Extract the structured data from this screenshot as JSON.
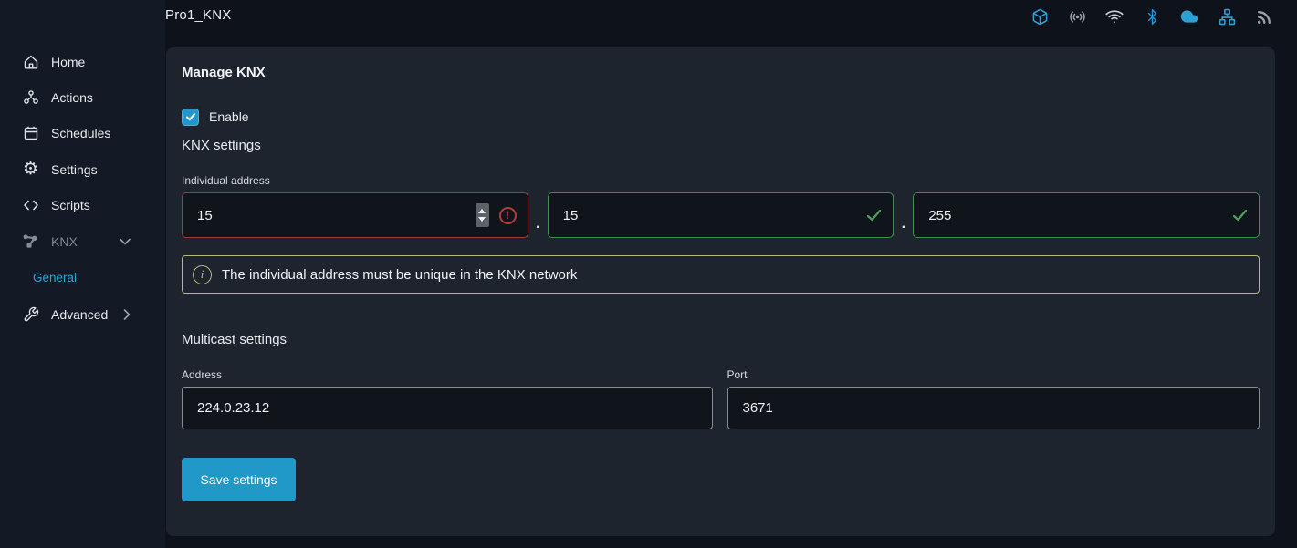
{
  "header": {
    "title": "Pro1_KNX",
    "status_icons": [
      {
        "name": "cube-icon",
        "color": "#2e9fd2"
      },
      {
        "name": "broadcast-icon",
        "color": "#9aa0a6"
      },
      {
        "name": "wifi-icon",
        "color": "#c9ced3"
      },
      {
        "name": "bluetooth-icon",
        "color": "#2196d4"
      },
      {
        "name": "cloud-icon",
        "color": "#2e9fd2"
      },
      {
        "name": "lan-icon",
        "color": "#2e9fd2"
      },
      {
        "name": "signal-icon",
        "color": "#9aa0a6"
      }
    ]
  },
  "sidebar": {
    "items": [
      {
        "label": "Home",
        "icon": "home-icon"
      },
      {
        "label": "Actions",
        "icon": "actions-icon"
      },
      {
        "label": "Schedules",
        "icon": "calendar-icon"
      },
      {
        "label": "Settings",
        "icon": "gear-icon"
      },
      {
        "label": "Scripts",
        "icon": "code-icon"
      },
      {
        "label": "KNX",
        "icon": "knx-icon",
        "expanded": true
      },
      {
        "label": "General",
        "sub_item": true,
        "active": true,
        "active_color": "#2aa5d2"
      },
      {
        "label": "Advanced",
        "icon": "wrench-icon",
        "has_submenu": true
      }
    ]
  },
  "content": {
    "title": "Manage KNX",
    "enable": {
      "label": "Enable",
      "checked": true,
      "accent_color": "#2596c8"
    },
    "knx_settings_label": "KNX settings",
    "individual_address": {
      "label": "Individual address",
      "separator": ".",
      "fields": [
        {
          "value": "15",
          "state": "error",
          "error_color": "#a03c3c"
        },
        {
          "value": "15",
          "state": "valid",
          "valid_color": "#3f8f50"
        },
        {
          "value": "255",
          "state": "valid",
          "valid_color": "#3f8f50"
        }
      ]
    },
    "info_message": "The individual address must be unique in the KNX network",
    "info_border_color": "#b9b97a",
    "multicast": {
      "title": "Multicast settings",
      "address_label": "Address",
      "address_value": "224.0.23.12",
      "port_label": "Port",
      "port_value": "3671"
    },
    "save_button_label": "Save settings",
    "save_button_color": "#2098c8"
  }
}
